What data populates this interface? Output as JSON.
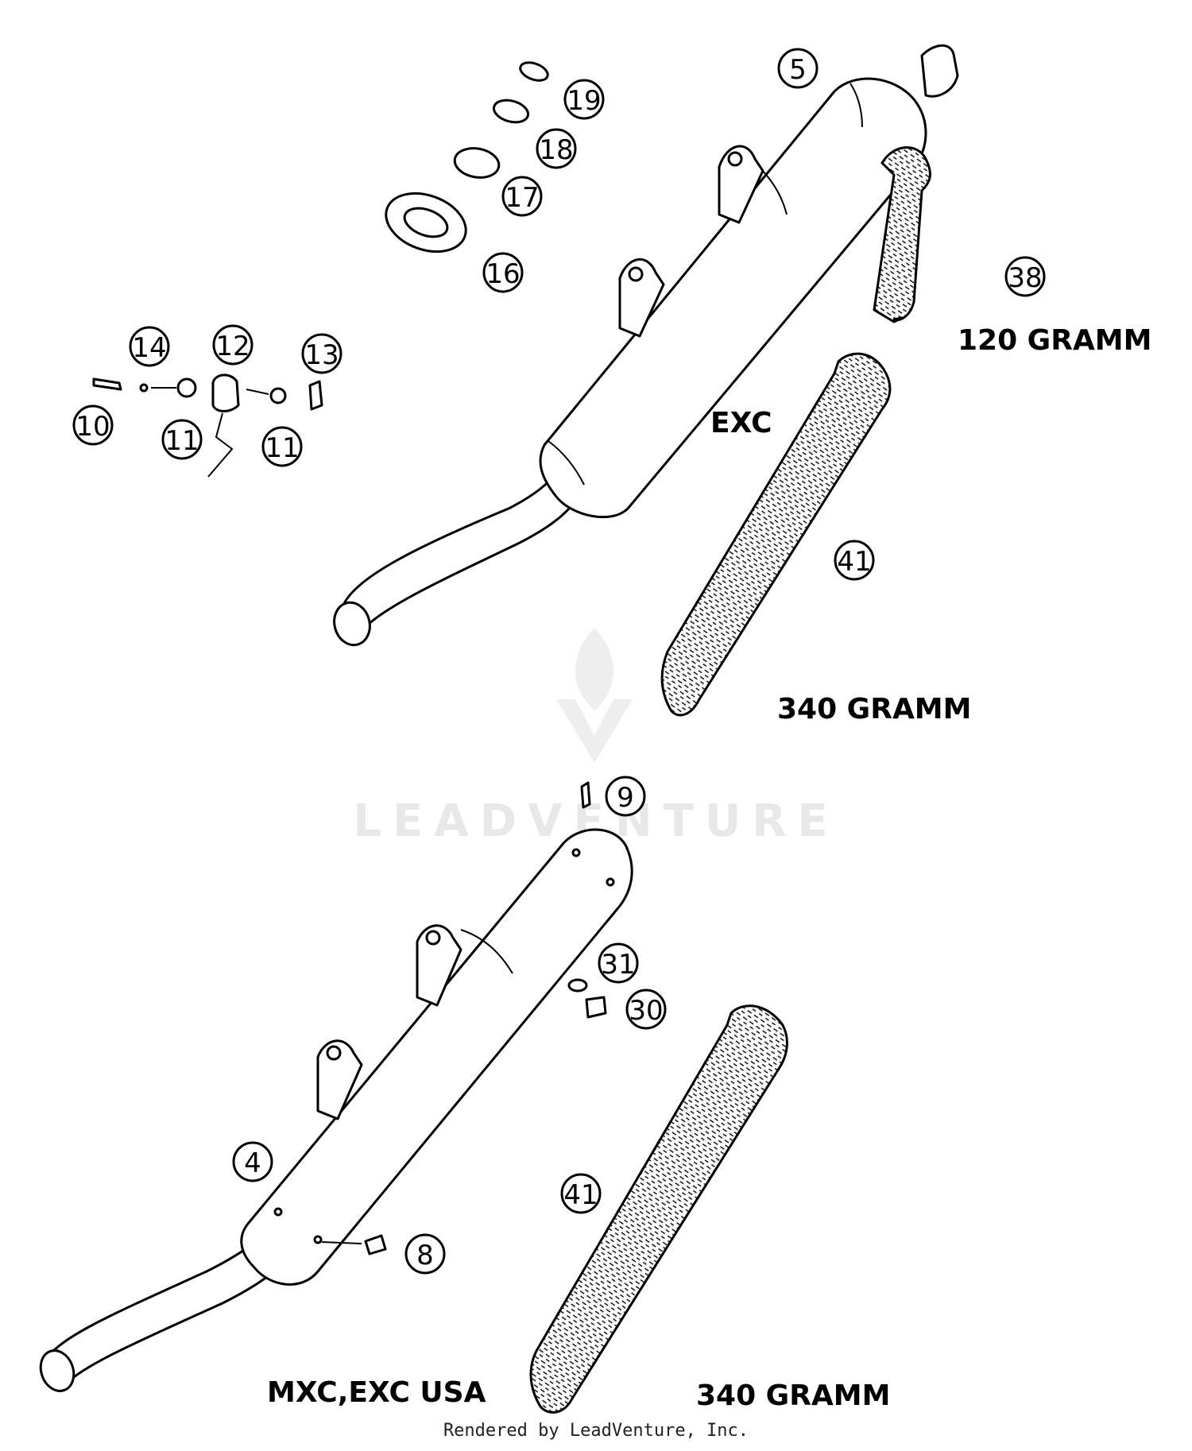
{
  "callouts": {
    "c5": "5",
    "c19": "19",
    "c18": "18",
    "c17": "17",
    "c16": "16",
    "c38": "38",
    "c14": "14",
    "c12": "12",
    "c13": "13",
    "c10": "10",
    "c11a": "11",
    "c11b": "11",
    "c41a": "41",
    "c9": "9",
    "c31": "31",
    "c30": "30",
    "c4": "4",
    "c41b": "41",
    "c8": "8"
  },
  "labels": {
    "gramm_120": "120 GRAMM",
    "exc": "EXC",
    "gramm_340_top": "340 GRAMM",
    "mxc_exc_usa": "MXC,EXC USA",
    "gramm_340_bottom": "340 GRAMM"
  },
  "watermark": {
    "brand": "LEADVENTURE",
    "color": "#e6e6e6"
  },
  "footer": {
    "credit": "Rendered by LeadVenture, Inc."
  }
}
